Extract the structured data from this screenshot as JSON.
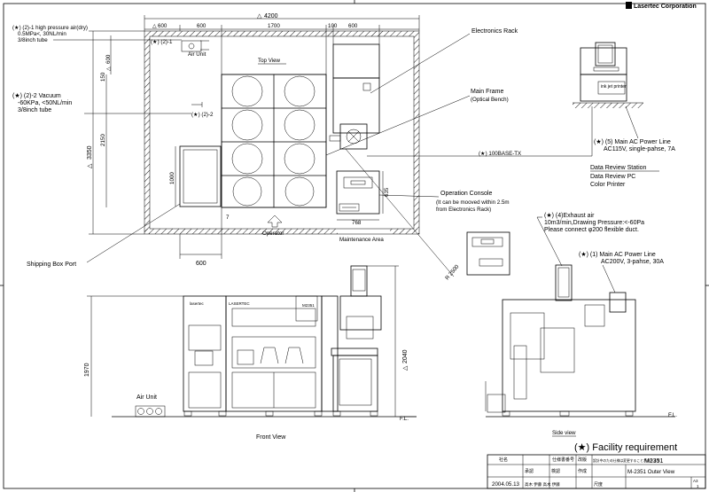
{
  "company": "Lasertec Corporation",
  "dims": {
    "total_width": "4200",
    "d600a": "600",
    "d600b": "600",
    "d1700": "1700",
    "d100": "100",
    "d600c": "600",
    "d150": "150",
    "d600_v": "600",
    "d3350": "3350",
    "d2150": "2150",
    "d1000": "1000",
    "d635": "635",
    "d7": "7",
    "d768": "768",
    "d600_bottom": "600",
    "d1970": "1970",
    "d2040": "2040",
    "r2500": "R 2500"
  },
  "labels": {
    "air_spec_1": "(★) (2)-1 high pressure air(dry)",
    "air_spec_2": "0.5MPa<, 30NL/min",
    "air_spec_3": "3/8inch tube",
    "vac_spec_1": "(★) (2)-2 Vacuum",
    "vac_spec_2": "-60KPa, <50NL/min",
    "vac_spec_3": "3/8inch tube",
    "tag_21": "(★) (2)-1",
    "tag_22": "(★) (2)-2",
    "air_unit_top": "Air Unit",
    "top_view": "Top View",
    "electronics_rack": "Electronics Rack",
    "main_frame": "Main Frame",
    "optical_bench": "(Optical Bench)",
    "base_tx": "(★) 100BASE-TX",
    "op_console": "Operation Console",
    "op_note_1": "(It can be mooved within 2.5m",
    "op_note_2": "from Electronics Rack)",
    "operator": "Operator",
    "maintenance": "Maintenance Area",
    "shipping": "Shipping Box Port",
    "ink_jet": "ink jet printer",
    "power5_1": "(★) (5) Main AC Power Line",
    "power5_2": "AC115V, single-pahse, 7A",
    "data_review": "Data Review Station",
    "data_review_1": "Data Review PC",
    "data_review_2": "Color Printer",
    "exhaust_1": "(★) (4)Exhaust air",
    "exhaust_2": "10m3/min,Drawing Pressure:<-60Pa",
    "exhaust_3": "Please connect φ200 flexible duct.",
    "power1_1": "(★) (1) Main AC Power Line",
    "power1_2": "AC200V, 3-pahse, 30A",
    "air_unit_front": "Air Unit",
    "fl_front": "F.L.",
    "fl_side": "F.L.",
    "front_view": "Front View",
    "side_view": "Side view",
    "brand_a": "lasertec",
    "brand_b": "LASERTEC",
    "brand_c": "M2351",
    "facility": "(★)  Facility requirement"
  },
  "title_block": {
    "model": "M2351",
    "drawing_title": "M-2351 Outer View",
    "date": "2004.05.13",
    "sheet_no": "1",
    "col_company": "社名",
    "col_spec": "仕様書番号",
    "col_rev": "改版",
    "col_approval": "承認",
    "col_check": "検認",
    "col_draft": "作成",
    "col_scale": "尺度",
    "col_size": "A3",
    "note_jp": "設計中のため仕様は変更することがあります",
    "names": "高木 伊藤  高木 伊藤"
  }
}
